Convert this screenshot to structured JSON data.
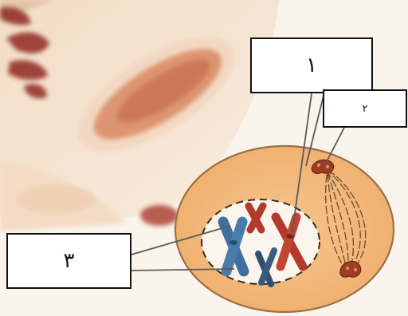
{
  "labels": {
    "one": "١",
    "two": "٢",
    "three": "٣"
  },
  "colors": {
    "background": "#fbf4ec",
    "cell_fill": "#f3be86",
    "cell_outline": "#9c6e45",
    "nucleus": "#fbf5ee",
    "chromosome_red": "#b23a2c",
    "chromosome_blue": "#3f6f9e",
    "centrosome": "#9e3b23",
    "leader_line": "#5a5a5a"
  },
  "icons": {
    "chromosome": "x-shaped-chromosome",
    "spindle": "spindle-fibers",
    "centrosome": "centrosome-blob"
  }
}
